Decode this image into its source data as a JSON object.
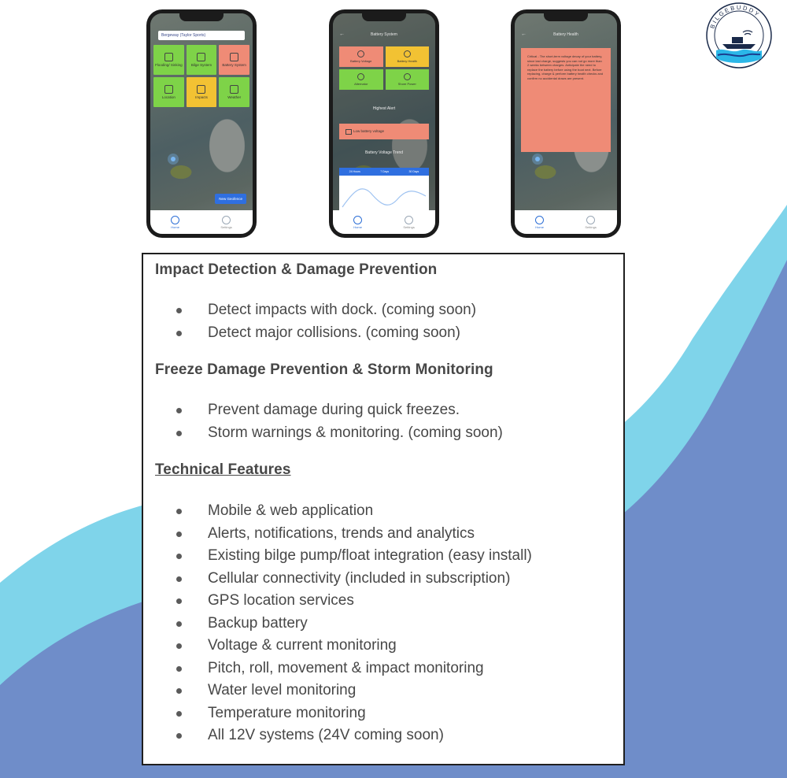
{
  "colors": {
    "light_wave": "#7fd4ea",
    "dark_wave": "#6f8dc9",
    "tile_green": "#7ed348",
    "tile_red": "#ef8b76",
    "tile_yellow": "#f2c233",
    "button_blue": "#2f6fe0"
  },
  "logo": {
    "text": "BILGEBUDDY",
    "icon": "boat-wave-logo-icon"
  },
  "phone1": {
    "search_text": "Bergeway (Taylor Sports)",
    "tiles": [
      {
        "label": "Flooding/ Sinking",
        "color": "green",
        "icon": "flood-icon"
      },
      {
        "label": "Bilge System",
        "color": "green",
        "icon": "bilge-icon"
      },
      {
        "label": "Battery System",
        "color": "red",
        "icon": "battery-icon"
      },
      {
        "label": "Location",
        "color": "green",
        "icon": "location-icon"
      },
      {
        "label": "Impacts",
        "color": "yellow",
        "icon": "impact-icon"
      },
      {
        "label": "Weather",
        "color": "green",
        "icon": "weather-icon"
      }
    ],
    "new_button": "New Geofence",
    "nav": [
      "Home",
      "Settings"
    ]
  },
  "phone2": {
    "title": "Battery System",
    "tiles": [
      {
        "label": "Battery Voltage",
        "color": "red",
        "icon": "bolt-icon"
      },
      {
        "label": "Battery Health",
        "color": "yellow",
        "icon": "heart-icon"
      },
      {
        "label": "Alternator",
        "color": "green",
        "icon": "alternator-icon"
      },
      {
        "label": "Shore Power",
        "color": "green",
        "icon": "plug-icon"
      }
    ],
    "highest_alert_label": "Highest Alert",
    "alert_text": "Low battery voltage",
    "trend_label": "Battery Voltage Trend",
    "tabs": [
      "24 Hours",
      "7 Days",
      "30 Days"
    ],
    "nav": [
      "Home",
      "Settings"
    ]
  },
  "phone3": {
    "title": "Battery Health",
    "critical_text": "Critical - The short-term voltage decay of your battery, since last charge, suggests you can not go more than 2 weeks between charges. Anticipate the need to replace the battery before using the boat next. Before replacing, charge & perform battery health checks and confirm no accidental draws are present.",
    "nav": [
      "Home",
      "Settings"
    ]
  },
  "features": {
    "sections": [
      {
        "heading": "Impact Detection & Damage Prevention",
        "underlined": false,
        "items": [
          "Detect impacts with dock. (coming soon)",
          "Detect major collisions. (coming soon)"
        ]
      },
      {
        "heading": "Freeze Damage Prevention & Storm Monitoring",
        "underlined": false,
        "items": [
          "Prevent damage during quick freezes.",
          "Storm warnings & monitoring. (coming soon)"
        ]
      },
      {
        "heading": "Technical Features",
        "underlined": true,
        "items": [
          "Mobile & web application",
          "Alerts, notifications, trends and analytics",
          "Existing bilge pump/float integration (easy install)",
          "Cellular connectivity (included in subscription)",
          "GPS location services",
          "Backup battery",
          "Voltage & current monitoring",
          "Pitch, roll, movement & impact monitoring",
          "Water level monitoring",
          "Temperature monitoring",
          "All 12V systems (24V coming soon)"
        ]
      }
    ]
  }
}
